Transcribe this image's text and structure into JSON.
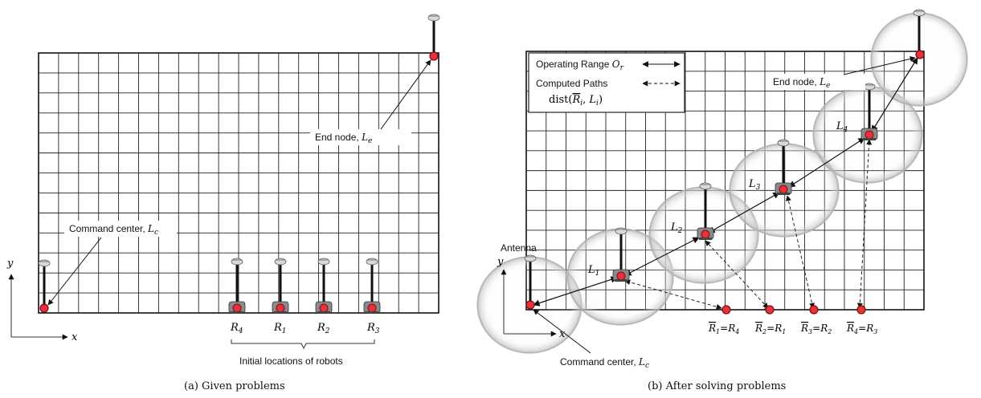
{
  "panel_a": {
    "caption": "(a) Given problems",
    "end_node_label": "End node, ",
    "end_node_sym": "L",
    "end_node_sub": "e",
    "command_center_label": "Command center, ",
    "command_center_sym": "L",
    "command_center_sub": "c",
    "axis_x": "x",
    "axis_y": "y",
    "robots": [
      {
        "sym": "R",
        "sub": "4"
      },
      {
        "sym": "R",
        "sub": "1"
      },
      {
        "sym": "R",
        "sub": "2"
      },
      {
        "sym": "R",
        "sub": "3"
      }
    ],
    "initial_locations_label": "Initial locations of robots"
  },
  "panel_b": {
    "caption": "(b) After solving problems",
    "legend": {
      "operating_range": "Operating Range ",
      "operating_range_sym": "O",
      "operating_range_sub": "r",
      "computed_paths": "Computed Paths",
      "dist_label": "dist(",
      "dist_r": "R",
      "dist_i": "i",
      "dist_mid": ", ",
      "dist_l": "L",
      "dist_end": ")"
    },
    "antenna_label": "Antenna",
    "end_node_label": "End node, ",
    "end_node_sym": "L",
    "end_node_sub": "e",
    "command_center_label": "Command center, ",
    "command_center_sym": "L",
    "command_center_sub": "c",
    "axis_x": "x",
    "axis_y": "y",
    "nodes": [
      {
        "sym": "L",
        "sub": "1"
      },
      {
        "sym": "L",
        "sub": "2"
      },
      {
        "sym": "L",
        "sub": "3"
      },
      {
        "sym": "L",
        "sub": "4"
      }
    ],
    "assignments": [
      {
        "a": "R",
        "a_sub": "1",
        "b": "R",
        "b_sub": "4"
      },
      {
        "a": "R",
        "a_sub": "2",
        "b": "R",
        "b_sub": "1"
      },
      {
        "a": "R",
        "a_sub": "3",
        "b": "R",
        "b_sub": "2"
      },
      {
        "a": "R",
        "a_sub": "4",
        "b": "R",
        "b_sub": "3"
      }
    ]
  },
  "colors": {
    "grid": "#222222",
    "node_fill": "#e8323a",
    "node_stroke": "#7a0d10",
    "robot_body": "#8a8a8a",
    "range_circle": "#bdbdbd"
  }
}
